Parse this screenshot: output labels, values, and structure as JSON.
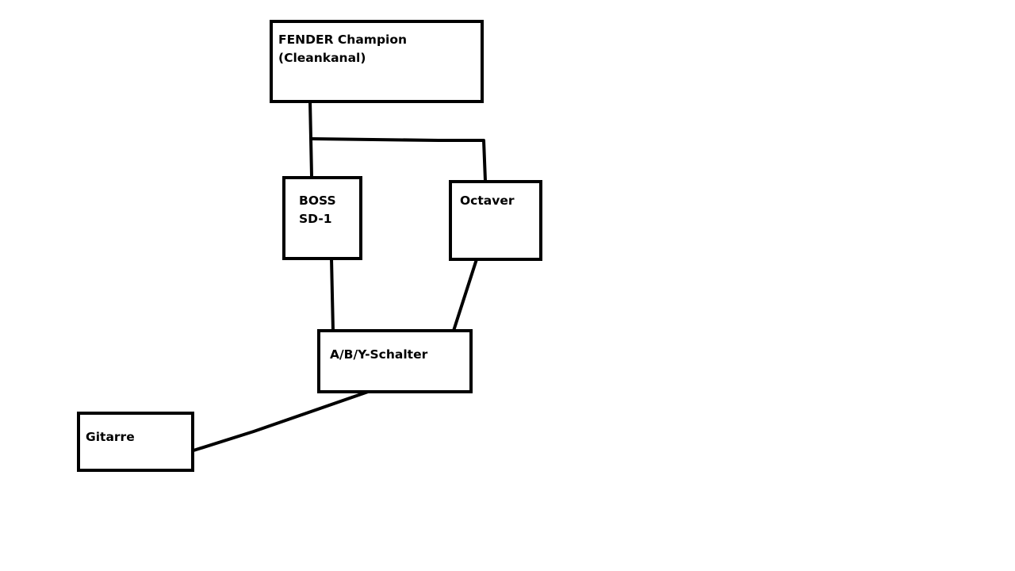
{
  "diagram": {
    "nodes": {
      "amp": {
        "lines": [
          "FENDER Champion",
          "(Cleankanal)"
        ]
      },
      "boss": {
        "lines": [
          "BOSS",
          "SD-1"
        ]
      },
      "octaver": {
        "lines": [
          "Octaver"
        ]
      },
      "aby": {
        "lines": [
          "A/B/Y-Schalter"
        ]
      },
      "guitar": {
        "lines": [
          "Gitarre"
        ]
      }
    },
    "connections": [
      {
        "from": "Gitarre",
        "to": "A/B/Y-Schalter"
      },
      {
        "from": "A/B/Y-Schalter",
        "to": "BOSS SD-1"
      },
      {
        "from": "A/B/Y-Schalter",
        "to": "Octaver"
      },
      {
        "from": "BOSS SD-1",
        "to": "FENDER Champion"
      },
      {
        "from": "Octaver",
        "to": "FENDER Champion"
      }
    ],
    "colors": {
      "stroke": "#000000",
      "background": "#ffffff"
    }
  }
}
